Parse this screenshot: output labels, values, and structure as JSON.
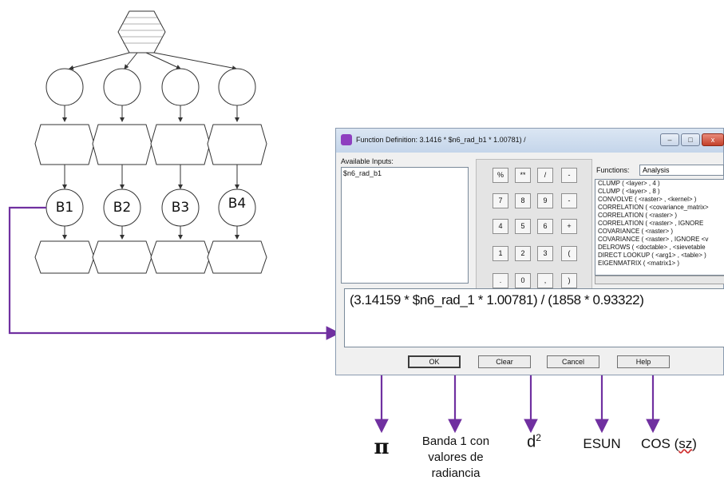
{
  "diagram": {
    "band_labels": [
      "B1",
      "B2",
      "B3",
      "B4"
    ]
  },
  "dialog": {
    "title": "Function Definition:  3.1416 * $n6_rad_b1 * 1.00781) /",
    "window_buttons": [
      "–",
      "□",
      "x"
    ],
    "available_inputs_label": "Available Inputs:",
    "available_inputs": [
      "$n6_rad_b1"
    ],
    "keypad": [
      "%",
      "**",
      "/",
      "-",
      "7",
      "8",
      "9",
      "-",
      "4",
      "5",
      "6",
      "+",
      "1",
      "2",
      "3",
      "(",
      ".",
      "0",
      ",",
      ")"
    ],
    "functions_label": "Functions:",
    "functions_selected": "Analysis",
    "functions_list": [
      "CLUMP ( <layer> , 4 )",
      "CLUMP ( <layer> , 8 )",
      "CONVOLVE ( <raster> , <kernel> )",
      "CORRELATION ( <covariance_matrix>",
      "CORRELATION ( <raster> )",
      "CORRELATION ( <raster> , IGNORE",
      "COVARIANCE ( <raster> )",
      "COVARIANCE ( <raster> , IGNORE <v",
      "DELROWS ( <doctable> , <sievetable",
      "DIRECT LOOKUP ( <arg1> , <table> )",
      "EIGENMATRIX ( <matrix1> )"
    ],
    "expression": "(3.14159 * $n6_rad_1 * 1.00781) / (1858 * 0.93322)",
    "buttons": {
      "ok": "OK",
      "clear": "Clear",
      "cancel": "Cancel",
      "help": "Help"
    }
  },
  "annotations": {
    "pi": "π",
    "banda_line1": "Banda 1 con",
    "banda_line2": "valores de",
    "banda_line3": "radiancia",
    "d2_base": "d",
    "d2_exp": "2",
    "esun": "ESUN",
    "cos_prefix": "COS (",
    "cos_sz": "sz",
    "cos_suffix": ")"
  },
  "colors": {
    "arrow": "#7030a0",
    "diagram_stroke": "#333333"
  }
}
